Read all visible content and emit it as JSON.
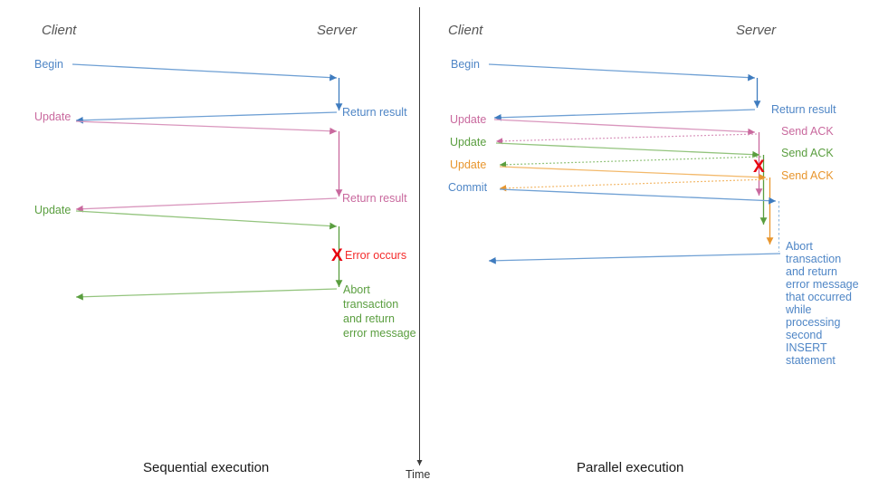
{
  "palette": {
    "blue": "#4f86c6",
    "blue_dark": "#3f7cbf",
    "blue_light": "#8cb6de",
    "pink": "#c9699e",
    "pink_light": "#d996bd",
    "green": "#5a9e3f",
    "green_light": "#93c47d",
    "orange": "#e8962e",
    "orange_light": "#f3b96b",
    "red": "#e8000d",
    "red_text": "#f42b2b",
    "axis": "#3c3c3c",
    "actor": "#555555",
    "caption": "#1a1a1a"
  },
  "axis": {
    "time_label": "Time"
  },
  "left_panel": {
    "caption": "Sequential execution",
    "actors": {
      "client": "Client",
      "server": "Server"
    },
    "messages": [
      {
        "id": "begin",
        "label": "Begin",
        "color": "blue",
        "side": "client"
      },
      {
        "id": "return-result-1",
        "label": "Return result",
        "color": "blue",
        "side": "server"
      },
      {
        "id": "update-1",
        "label": "Update",
        "color": "pink",
        "side": "client"
      },
      {
        "id": "return-result-2",
        "label": "Return result",
        "color": "pink",
        "side": "server"
      },
      {
        "id": "update-2",
        "label": "Update",
        "color": "green",
        "side": "client"
      }
    ],
    "error": {
      "mark": "X",
      "label": "Error occurs"
    },
    "abort_note": {
      "color": "green",
      "lines": [
        "Abort",
        "transaction",
        "and return",
        "error message"
      ]
    }
  },
  "right_panel": {
    "caption": "Parallel execution",
    "actors": {
      "client": "Client",
      "server": "Server"
    },
    "messages": [
      {
        "id": "begin",
        "label": "Begin",
        "color": "blue",
        "side": "client"
      },
      {
        "id": "return-result",
        "label": "Return result",
        "color": "blue",
        "side": "server"
      },
      {
        "id": "update-1",
        "label": "Update",
        "color": "pink",
        "side": "client"
      },
      {
        "id": "send-ack-1",
        "label": "Send ACK",
        "color": "pink",
        "side": "server"
      },
      {
        "id": "update-2",
        "label": "Update",
        "color": "green",
        "side": "client"
      },
      {
        "id": "send-ack-2",
        "label": "Send ACK",
        "color": "green",
        "side": "server"
      },
      {
        "id": "update-3",
        "label": "Update",
        "color": "orange",
        "side": "client"
      },
      {
        "id": "send-ack-3",
        "label": "Send ACK",
        "color": "orange",
        "side": "server"
      },
      {
        "id": "commit",
        "label": "Commit",
        "color": "blue",
        "side": "client"
      }
    ],
    "error": {
      "mark": "X",
      "label": ""
    },
    "abort_note": {
      "color": "blue",
      "lines": [
        "Abort",
        "transaction",
        "and return",
        "error message",
        "that occurred",
        "while",
        "processing",
        "second",
        "INSERT",
        "statement"
      ]
    }
  }
}
